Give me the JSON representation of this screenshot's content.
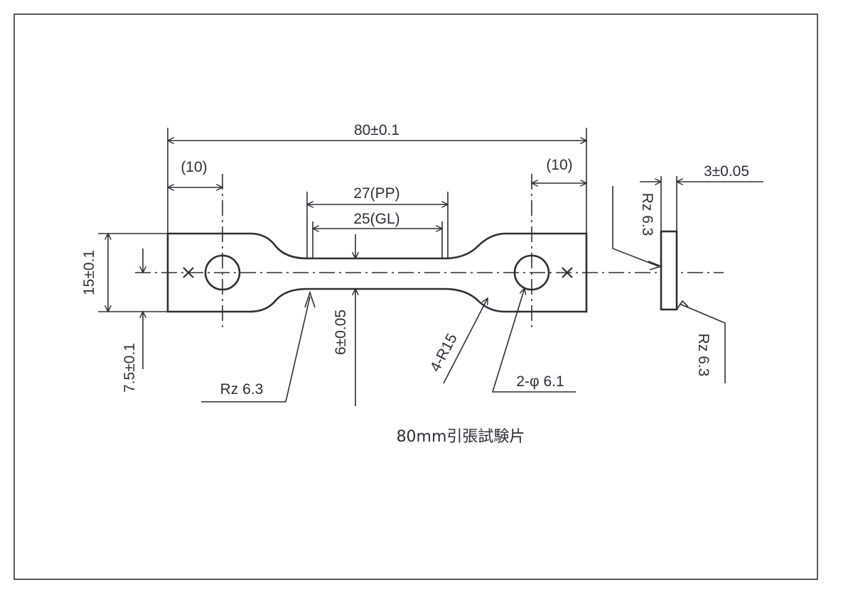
{
  "drawing": {
    "title": "80mm引張試験片",
    "dimensions": {
      "overall_length": "80±0.1",
      "left_end_offset": "(10)",
      "right_end_offset": "(10)",
      "parallel_part": "27(PP)",
      "gauge_length": "25(GL)",
      "width": "15±0.1",
      "half_width": "7.5±0.1",
      "narrow_width": "6±0.05",
      "fillet_radius": "4-R15",
      "hole_diameter": "2-φ 6.1",
      "thickness": "3±0.05"
    },
    "surface_finish": {
      "front_bottom": "Rz 6.3",
      "side_top": "Rz 6.3",
      "side_bottom": "Rz 6.3"
    }
  }
}
